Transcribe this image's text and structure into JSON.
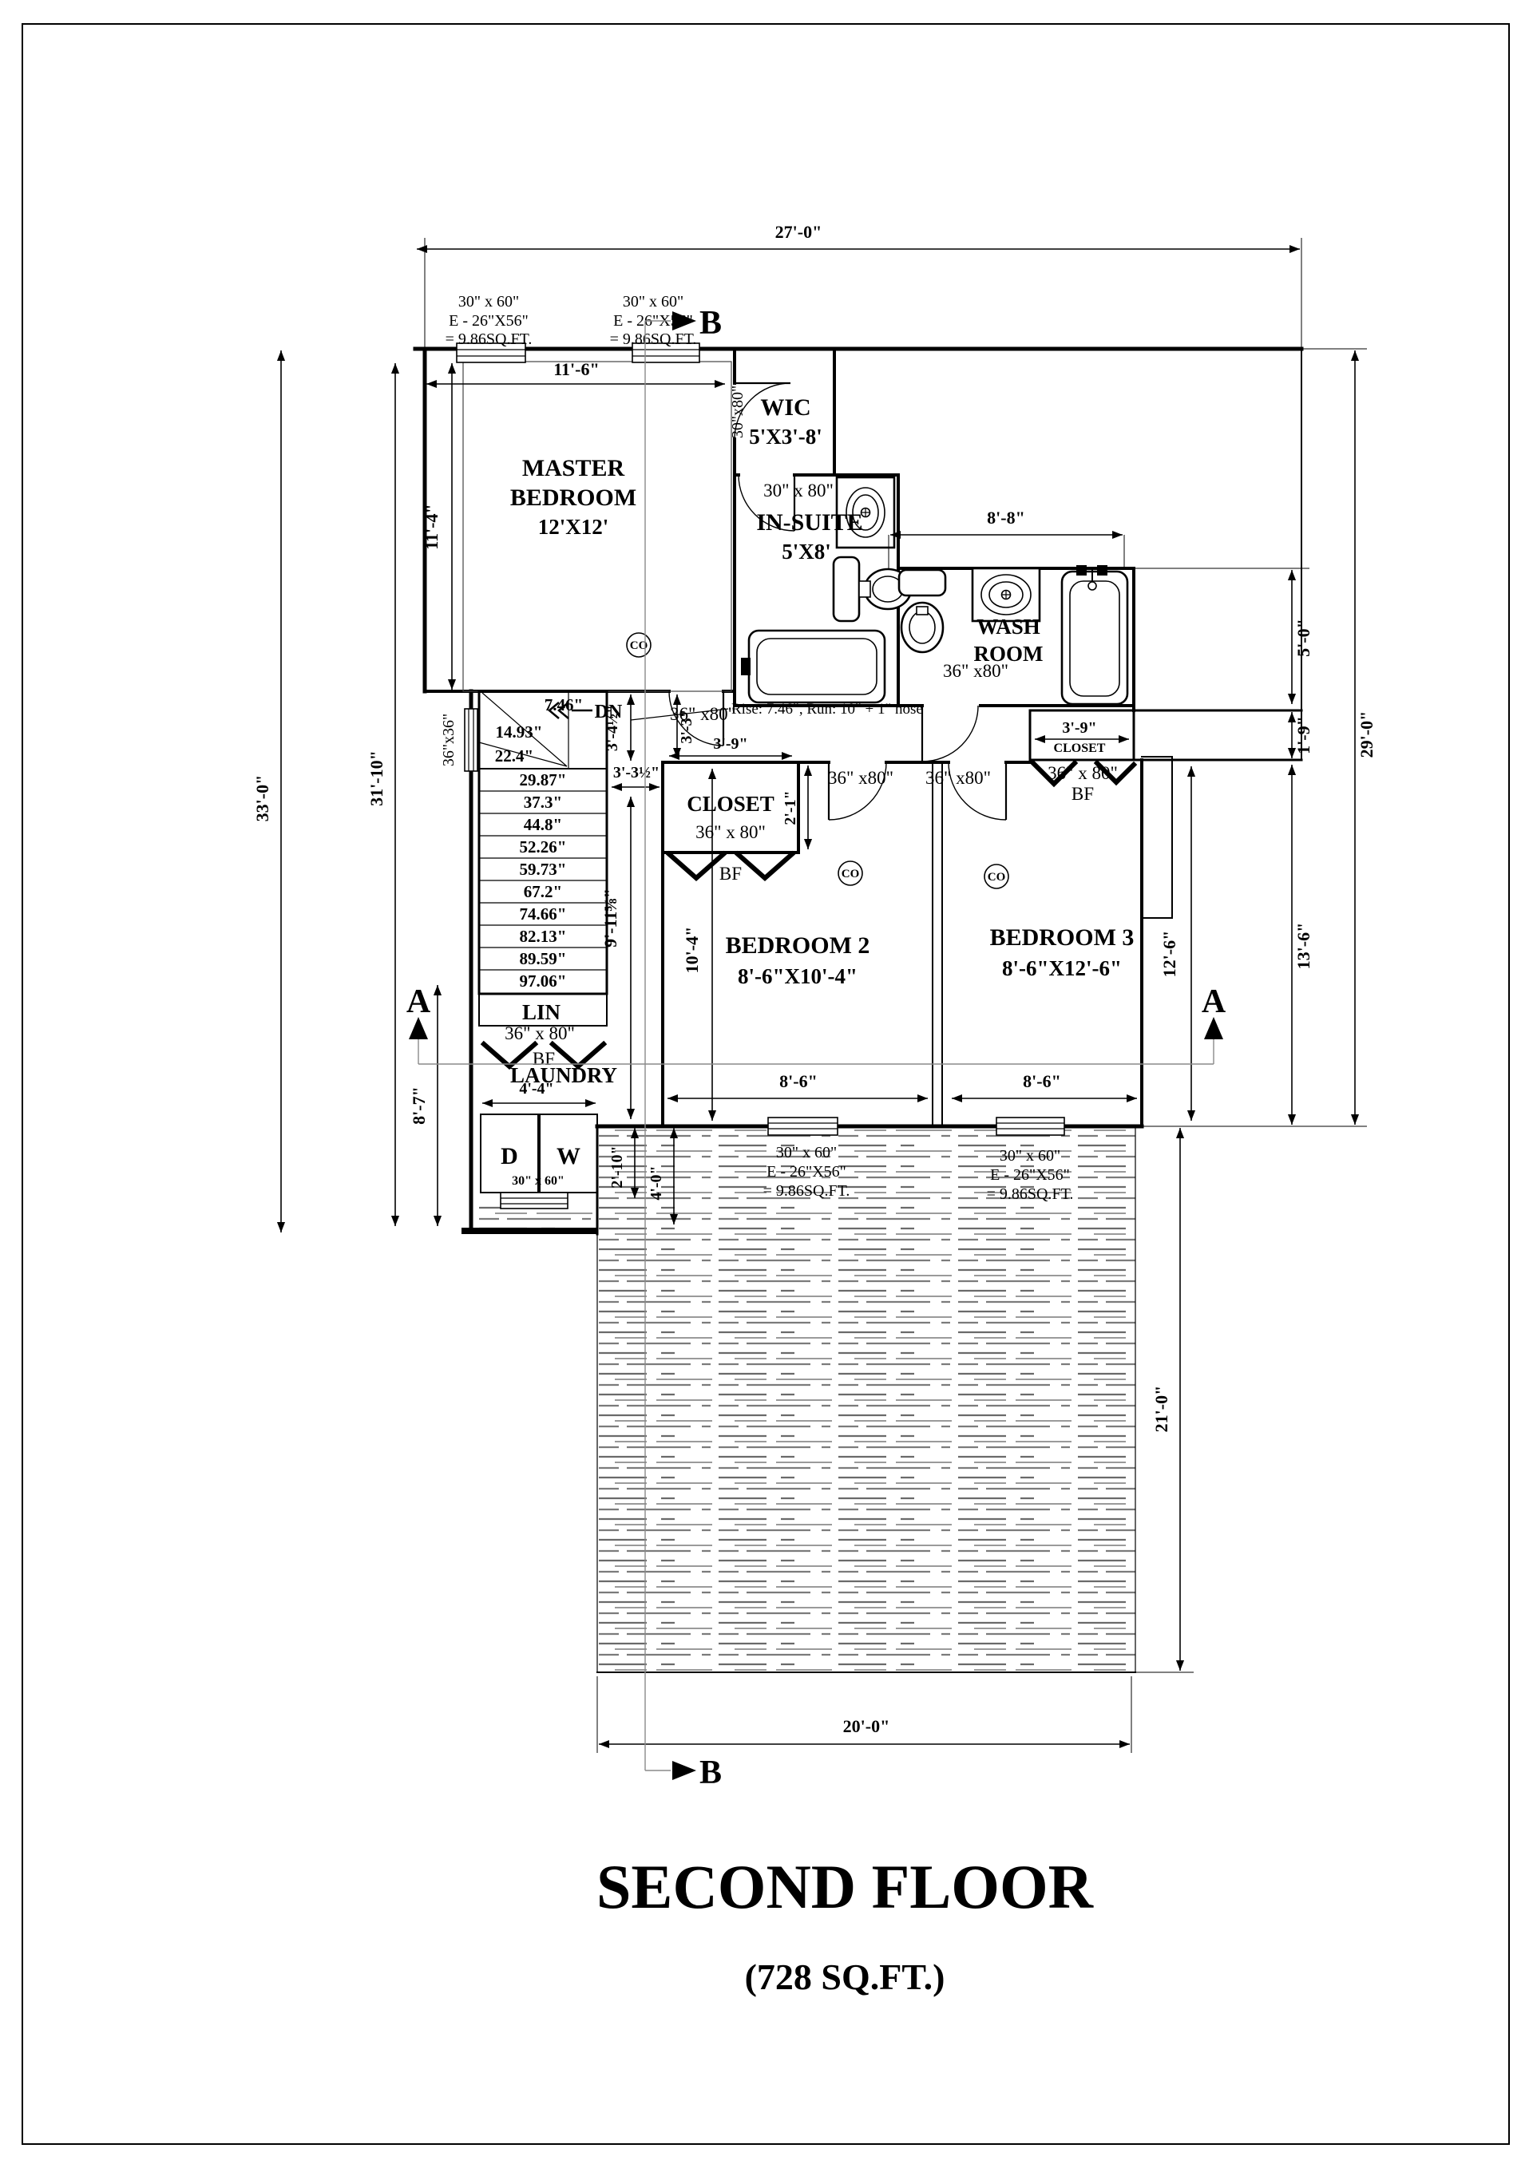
{
  "title": {
    "main": "SECOND FLOOR",
    "sub": "(728 SQ.FT.)"
  },
  "rooms": {
    "master": {
      "name1": "MASTER",
      "name2": "BEDROOM",
      "size": "12'X12'"
    },
    "wic": {
      "name": "WIC",
      "size": "5'X3'-8'"
    },
    "insuite": {
      "name": "IN-SUITE",
      "size": "5'X8'"
    },
    "washroom": {
      "name1": "WASH",
      "name2": "ROOM"
    },
    "bedroom2": {
      "name": "BEDROOM 2",
      "size": "8'-6\"X10'-4\""
    },
    "bedroom3": {
      "name": "BEDROOM 3",
      "size": "8'-6\"X12'-6\""
    },
    "closet2": "CLOSET",
    "closet3": "CLOSET",
    "lin": "LIN",
    "laundry": "LAUNDRY",
    "dryer": "D",
    "washer": "W"
  },
  "dims": {
    "overall_top": "27'-0\"",
    "overall_right": "29'-0\"",
    "left_outer": "33'-0\"",
    "left_inner": "31'-10\"",
    "master_w": "11'-6\"",
    "master_h": "11'-4\"",
    "hall_top": "8'-8\"",
    "wash_depth": "5'-0\"",
    "ledge": "1'-9\"",
    "bed3_right": "13'-6\"",
    "bed3_inner": "12'-6\"",
    "bed2_inner": "10'-4\"",
    "stair_total": "9'-11⅝\"",
    "stair_top_w": "3'-4½\"",
    "stair_top_w2": "3'-3\"",
    "stair_landing": "3'-3½\"",
    "closet2_w": "3'-9\"",
    "closet2_d": "2'-1\"",
    "closet3_w": "3'-9\"",
    "bed2_w": "8'-6\"",
    "bed3_w": "8'-6\"",
    "laundry_w": "4'-4\"",
    "laundry_left": "8'-7\"",
    "deck_step1": "2'-10\"",
    "deck_step2": "4'-0\"",
    "deck_w": "20'-0\"",
    "deck_h": "21'-0\""
  },
  "stairs": {
    "dn": "DN",
    "note": "Rise: 7.46\", Run: 10\" + 1\" nose",
    "treads": [
      "7.46\"",
      "14.93\"",
      "22.4\"",
      "29.87\"",
      "37.3\"",
      "44.8\"",
      "52.26\"",
      "59.73\"",
      "67.2\"",
      "74.66\"",
      "82.13\"",
      "89.59\"",
      "97.06\""
    ]
  },
  "windows": {
    "top": {
      "l1": "30\" x 60\"",
      "l2": "E - 26\"X56\"",
      "l3": "= 9.86SQ.FT."
    },
    "side": "36\"x36\"",
    "laundry": "30\" x 60\""
  },
  "doors": {
    "wic": "30\"x80\"",
    "insuite": "30\" x 80\"",
    "swing": "36\" x80\"",
    "bifold": "36\" x 80\"",
    "bf": "BF"
  },
  "markers": {
    "a": "A",
    "b": "B",
    "co": "CO"
  }
}
